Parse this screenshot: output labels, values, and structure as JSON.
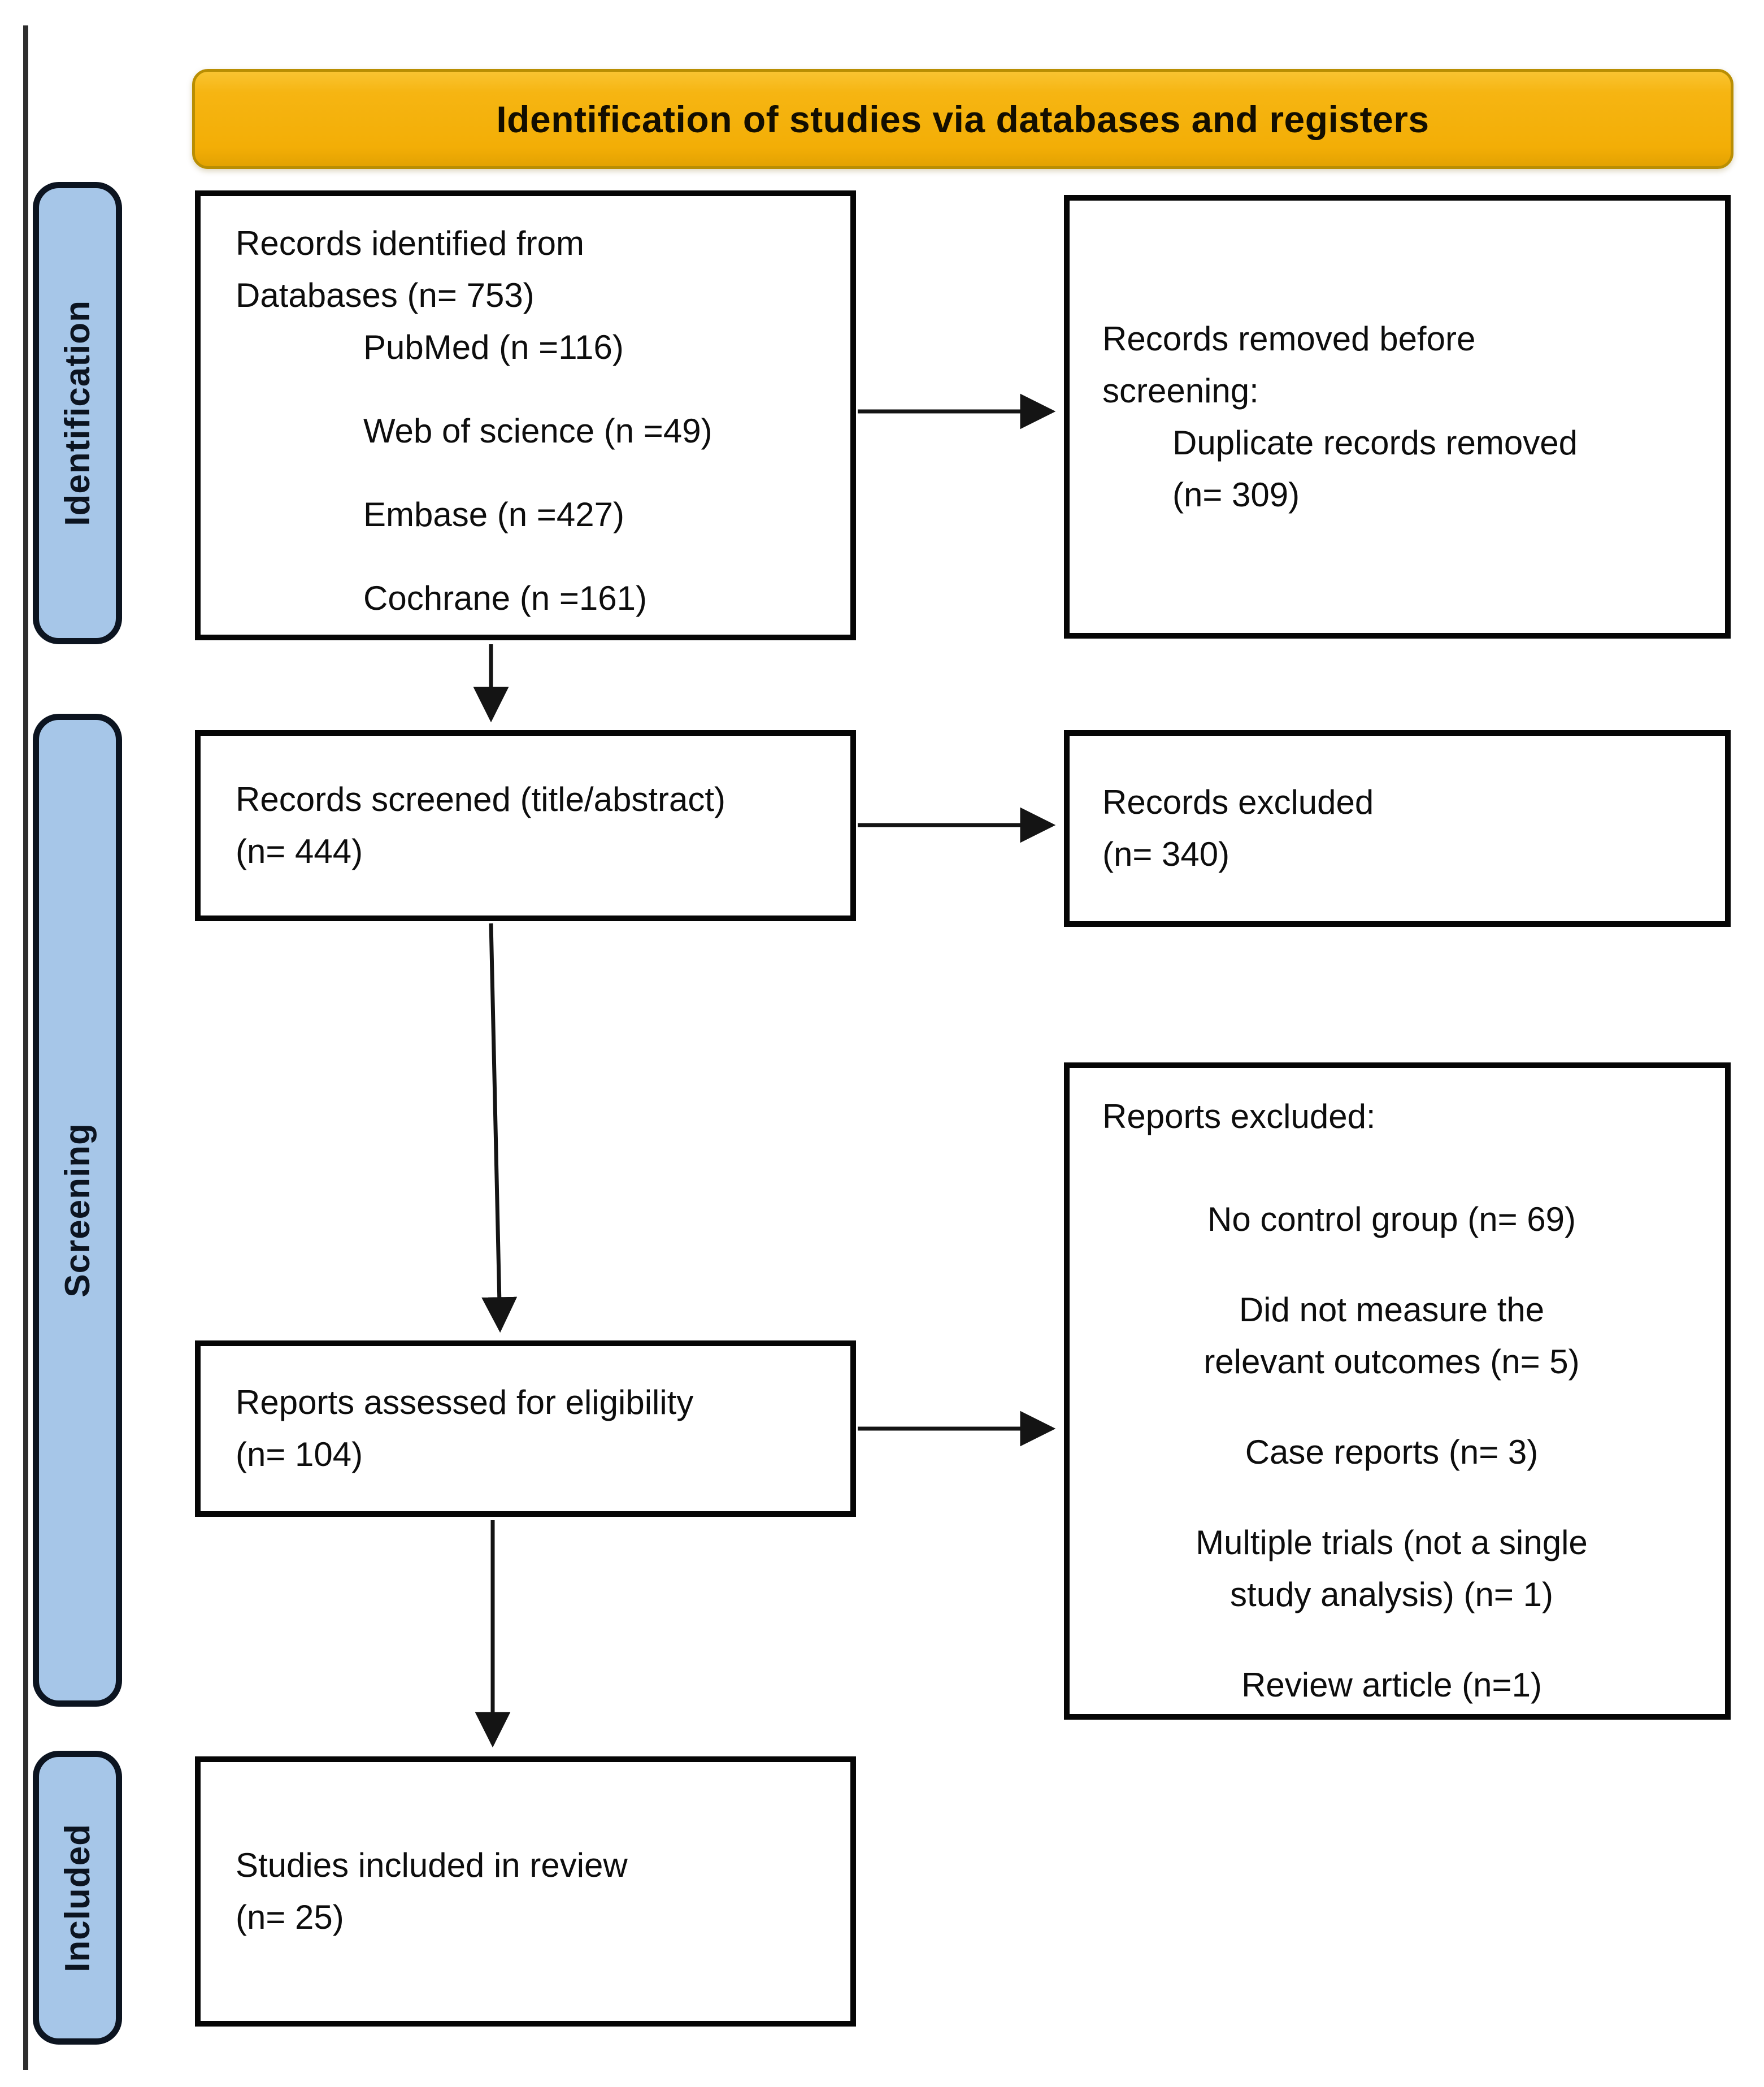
{
  "title_banner": {
    "label": "Identification of studies via databases and registers"
  },
  "sidebar": {
    "stages": [
      {
        "label": "Identification"
      },
      {
        "label": "Screening"
      },
      {
        "label": "Included"
      }
    ]
  },
  "boxes": {
    "records_identified": {
      "intro": "Records identified from\nDatabases (n= 753)",
      "sources": [
        "PubMed (n =116)",
        "Web of science (n =49)",
        "Embase (n =427)",
        "Cochrane (n =161)"
      ]
    },
    "records_removed": {
      "intro": "Records removed before\nscreening:",
      "detail": "Duplicate records removed\n(n= 309)"
    },
    "records_screened": {
      "text": "Records screened (title/abstract)\n(n= 444)"
    },
    "records_excluded": {
      "text": "Records excluded\n(n= 340)"
    },
    "reports_assessed": {
      "text": "Reports assessed for eligibility\n(n= 104)"
    },
    "reports_excluded": {
      "intro": "Reports excluded:",
      "reasons": [
        "No control group (n= 69)",
        "Did not measure the\nrelevant outcomes (n= 5)",
        "Case reports (n= 3)",
        "Multiple trials (not a single\nstudy analysis) (n= 1)",
        "Review article (n=1)"
      ]
    },
    "studies_included": {
      "text": "Studies included in review\n(n= 25)"
    }
  },
  "colors": {
    "banner_fill": "#F5B412",
    "banner_border": "#B98E03",
    "stage_fill": "#A6C6E8",
    "stage_border": "#0C1420",
    "box_border": "#060606",
    "arrow": "#141414",
    "left_rule": "#2E2E2E"
  }
}
